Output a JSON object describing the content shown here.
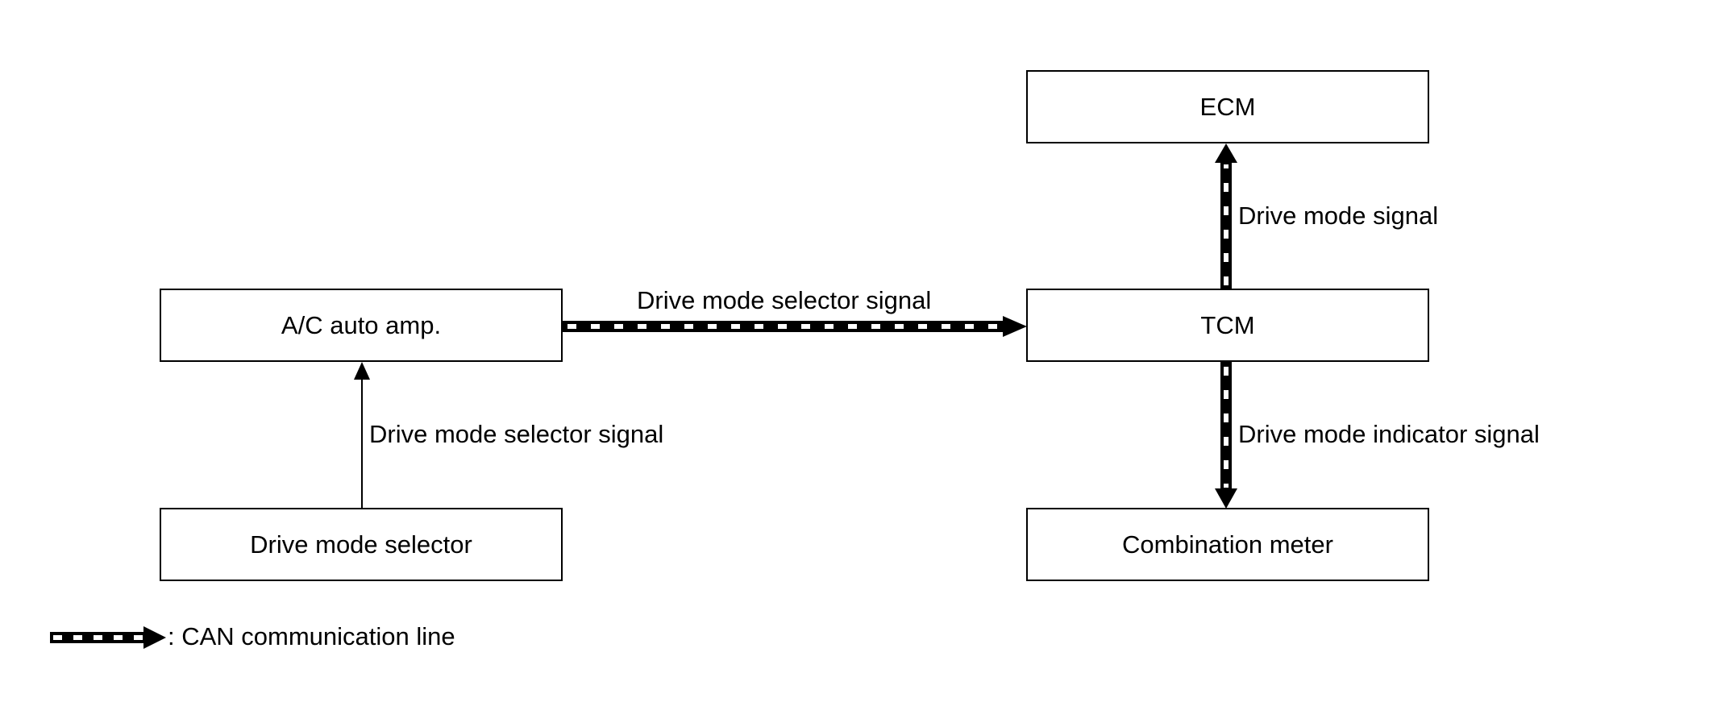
{
  "blocks": {
    "ecm": "ECM",
    "tcm": "TCM",
    "ac_auto_amp": "A/C auto amp.",
    "drive_mode_selector": "Drive mode selector",
    "combination_meter": "Combination meter"
  },
  "signals": {
    "selector_to_amp": "Drive mode selector signal",
    "amp_to_tcm": "Drive mode selector signal",
    "tcm_to_ecm": "Drive mode signal",
    "tcm_to_meter": "Drive mode indicator signal"
  },
  "legend": {
    "can_line": ": CAN communication line"
  },
  "colors": {
    "line": "#000000",
    "dash": "#ffffff"
  }
}
